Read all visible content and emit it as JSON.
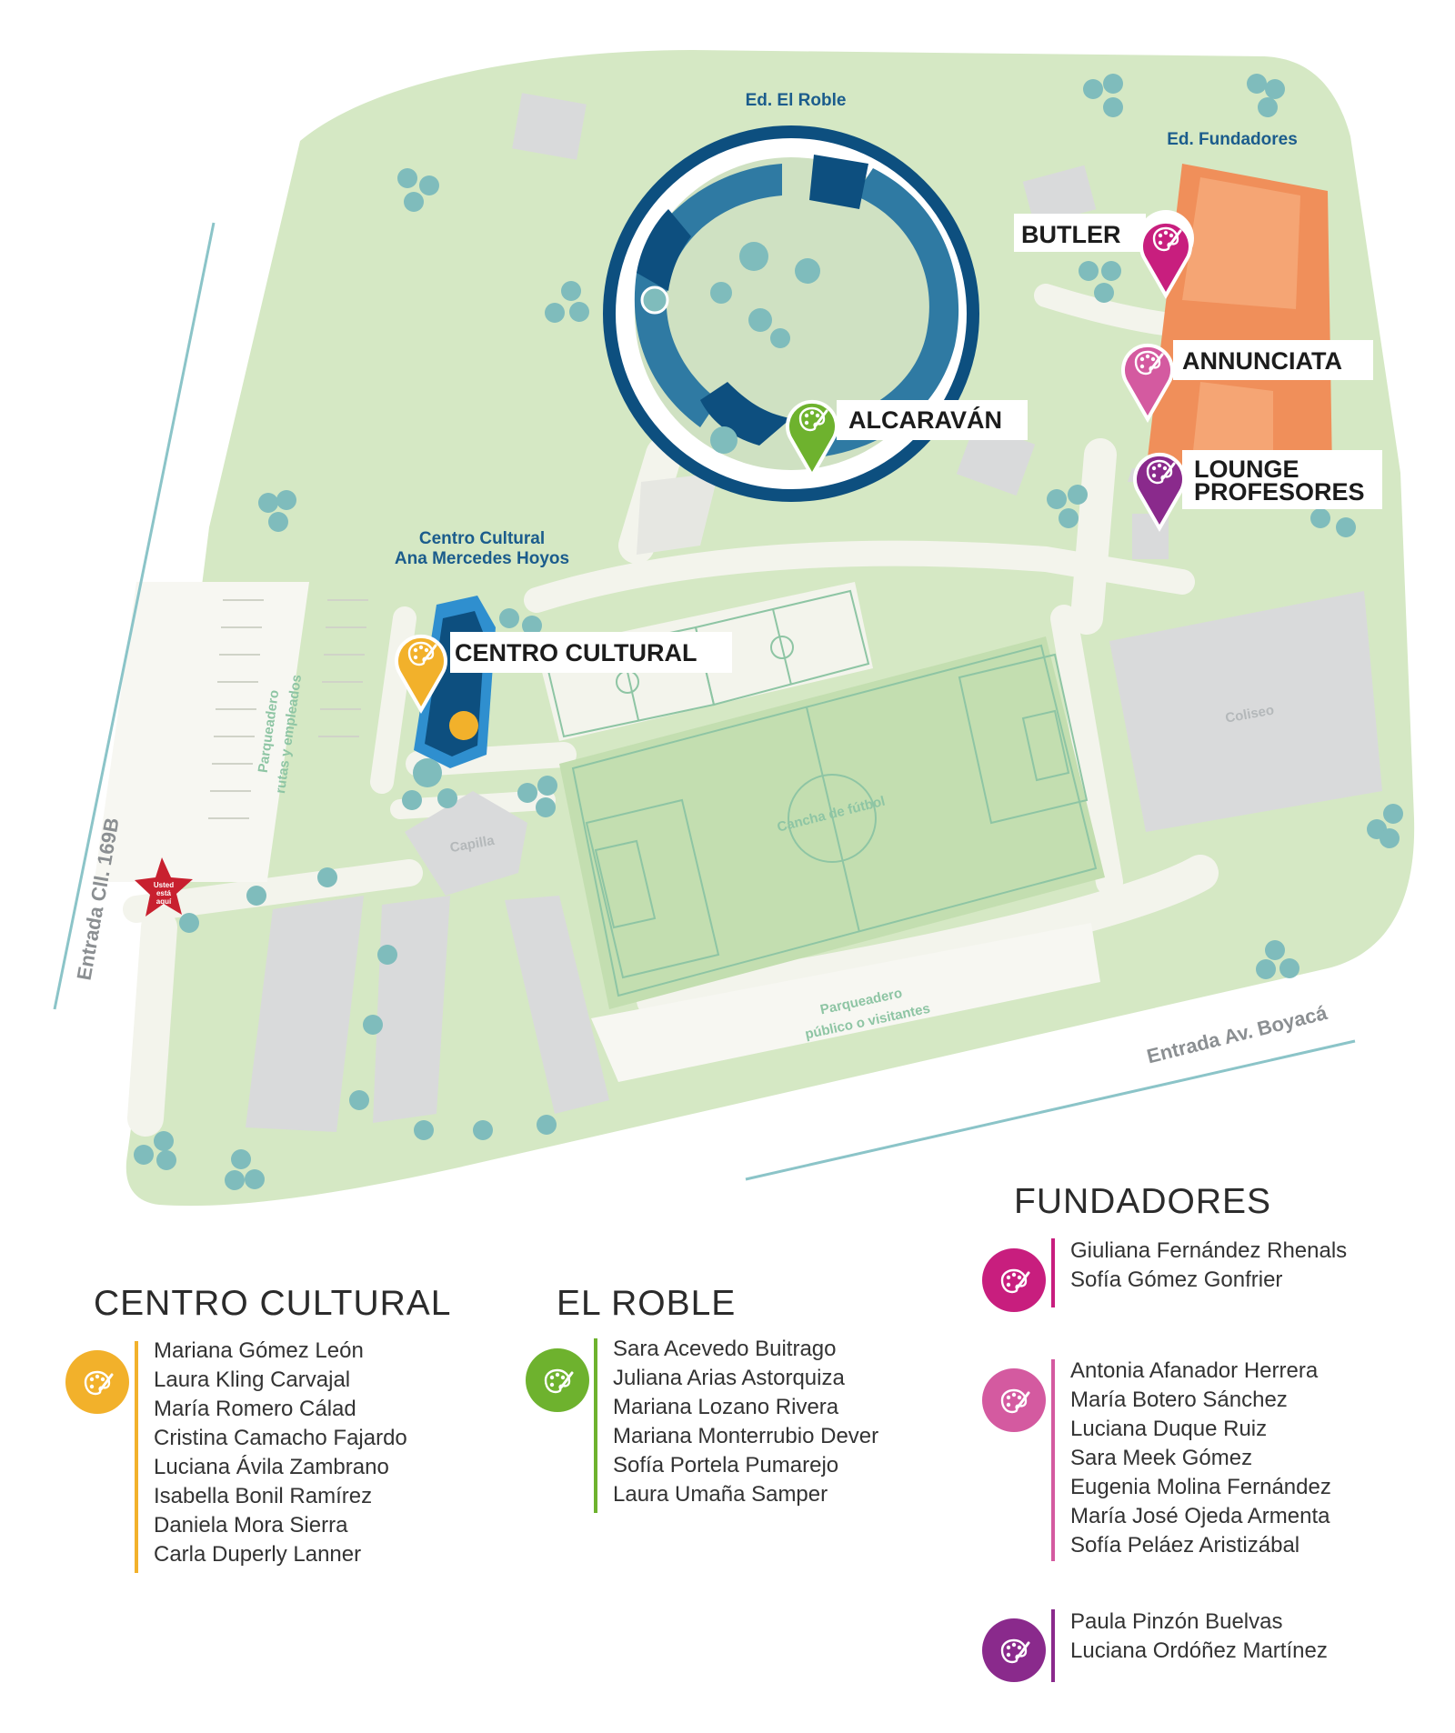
{
  "colors": {
    "park_green": "#d5e8c4",
    "path_white": "#f3f4ec",
    "building_gray": "#d9dadb",
    "field_green": "#c3deb0",
    "roble_dark": "#0d4f7f",
    "roble_mid": "#2f7aa3",
    "tree_teal": "#7fbcbc",
    "fundadores_orange": "#f08f5a",
    "road_line": "#8bc4c8",
    "label_blue": "#1b5c8c",
    "star_red": "#c8202f",
    "centro_yellow": "#f2b12b",
    "roble_green": "#6eb22e",
    "butler_magenta": "#c81e7e",
    "annunciata_pink": "#d45aa0",
    "lounge_purple": "#8a2a8c"
  },
  "map": {
    "building_labels": {
      "roble": "Ed. El Roble",
      "fundadores": "Ed. Fundadores",
      "centro_line1": "Centro Cultural",
      "centro_line2": "Ana Mercedes Hoyos"
    },
    "area_labels": {
      "coliseo": "Coliseo",
      "capilla": "Capilla",
      "cancha": "Cancha de fútbol",
      "parq_rutas_line1": "Parqueadero",
      "parq_rutas_line2": "rutas y empleados",
      "parq_publico_line1": "Parqueadero",
      "parq_publico_line2": "público o visitantes"
    },
    "entrances": {
      "calle": "Entrada Cll. 169B",
      "boyaca": "Entrada Av. Boyacá"
    },
    "you_are_here": [
      "Usted",
      "está",
      "aquí"
    ],
    "markers": {
      "butler": "BUTLER",
      "annunciata": "ANNUNCIATA",
      "alcaravan": "ALCARAVÁN",
      "lounge_line1": "LOUNGE",
      "lounge_line2": "PROFESORES",
      "centro": "CENTRO CULTURAL"
    }
  },
  "legend": {
    "centro_cultural": {
      "title": "CENTRO CULTURAL",
      "names": [
        "Mariana Gómez León",
        "Laura Kling Carvajal",
        "María Romero Cálad",
        "Cristina Camacho Fajardo",
        "Luciana Ávila Zambrano",
        "Isabella Bonil Ramírez",
        "Daniela Mora Sierra",
        "Carla Duperly Lanner"
      ]
    },
    "el_roble": {
      "title": "EL ROBLE",
      "names": [
        "Sara Acevedo Buitrago",
        "Juliana Arias Astorquiza",
        "Mariana Lozano Rivera",
        "Mariana Monterrubio Dever",
        "Sofía Portela Pumarejo",
        "Laura Umaña Samper"
      ]
    },
    "fundadores": {
      "title": "FUNDADORES",
      "butler_names": [
        "Giuliana Fernández Rhenals",
        "Sofía Gómez Gonfrier"
      ],
      "annunciata_names": [
        "Antonia Afanador Herrera",
        "María Botero Sánchez",
        "Luciana Duque Ruiz",
        "Sara Meek Gómez",
        "Eugenia Molina Fernández",
        "María José Ojeda Armenta",
        "Sofía Peláez Aristizábal"
      ],
      "lounge_names": [
        "Paula Pinzón Buelvas",
        "Luciana Ordóñez Martínez"
      ]
    }
  }
}
